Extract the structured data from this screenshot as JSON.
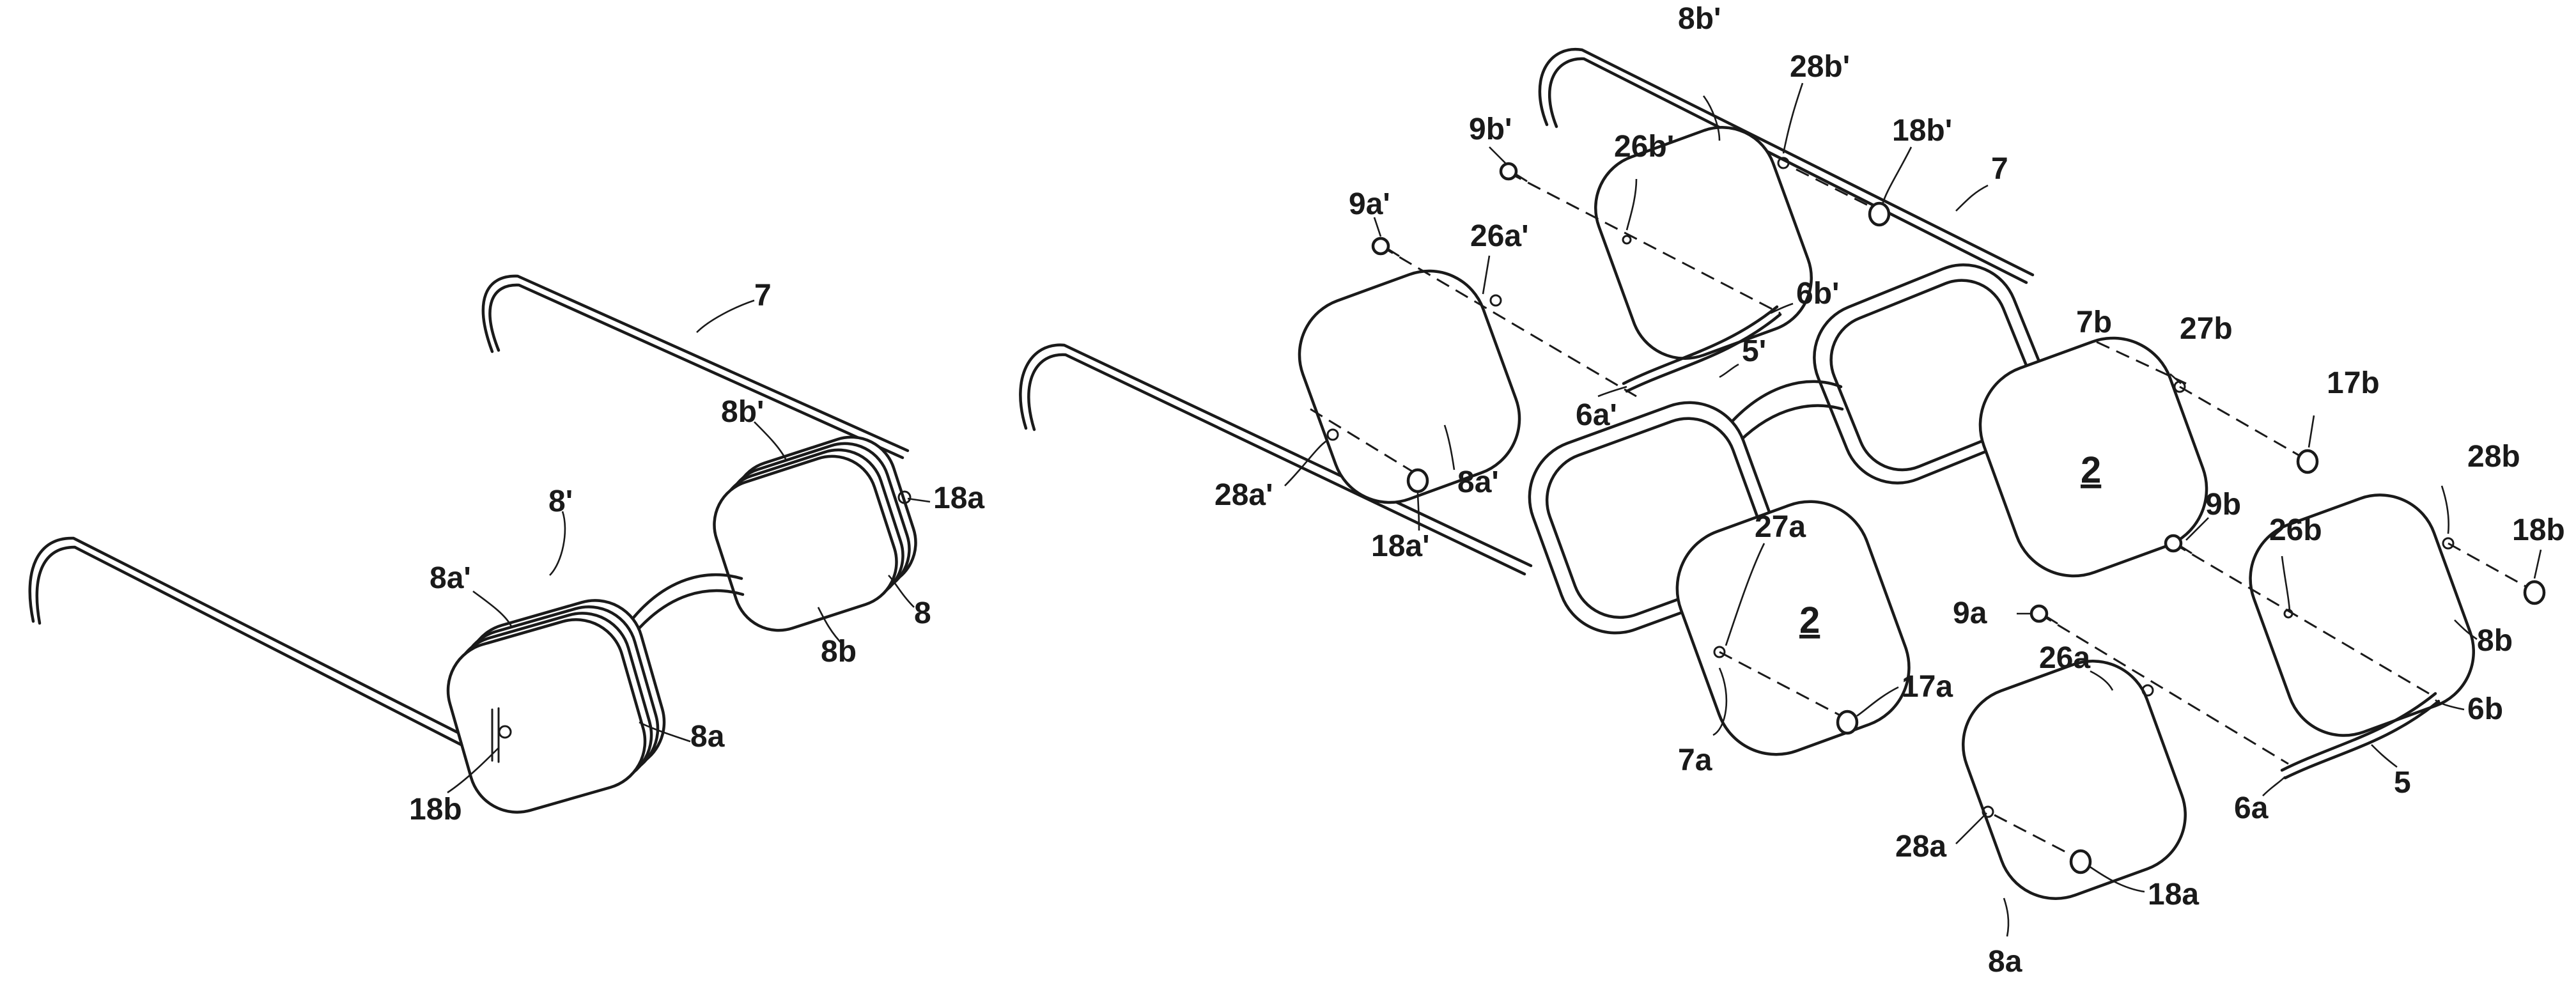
{
  "labels": {
    "l7_left": "7",
    "l8p_left": "8'",
    "l8ap_left": "8a'",
    "l8bp_left": "8b'",
    "l18a_left": "18a",
    "l8_left": "8",
    "l8b_left": "8b",
    "l8a_left": "8a",
    "l18b_left": "18b",
    "l9ap": "9a'",
    "l26ap": "26a'",
    "l9bp": "9b'",
    "l8bp_right": "8b'",
    "l28bp": "28b'",
    "l26bp": "26b'",
    "l18bp": "18b'",
    "l7_right": "7",
    "l6bp": "6b'",
    "l5p": "5'",
    "l6ap": "6a'",
    "l28ap": "28a'",
    "l8ap_right": "8a'",
    "l18ap": "18a'",
    "l27a": "27a",
    "l2_center": "2",
    "l7a": "7a",
    "l17a": "17a",
    "l7b": "7b",
    "l27b": "27b",
    "l2_right": "2",
    "l17b": "17b",
    "l28b": "28b",
    "l9b": "9b",
    "l26b": "26b",
    "l18b_right": "18b",
    "l8b_right": "8b",
    "l6b": "6b",
    "l9a": "9a",
    "l26a": "26a",
    "l28a": "28a",
    "l18a_right": "18a",
    "l8a_right": "8a",
    "l6a": "6a",
    "l5": "5"
  }
}
